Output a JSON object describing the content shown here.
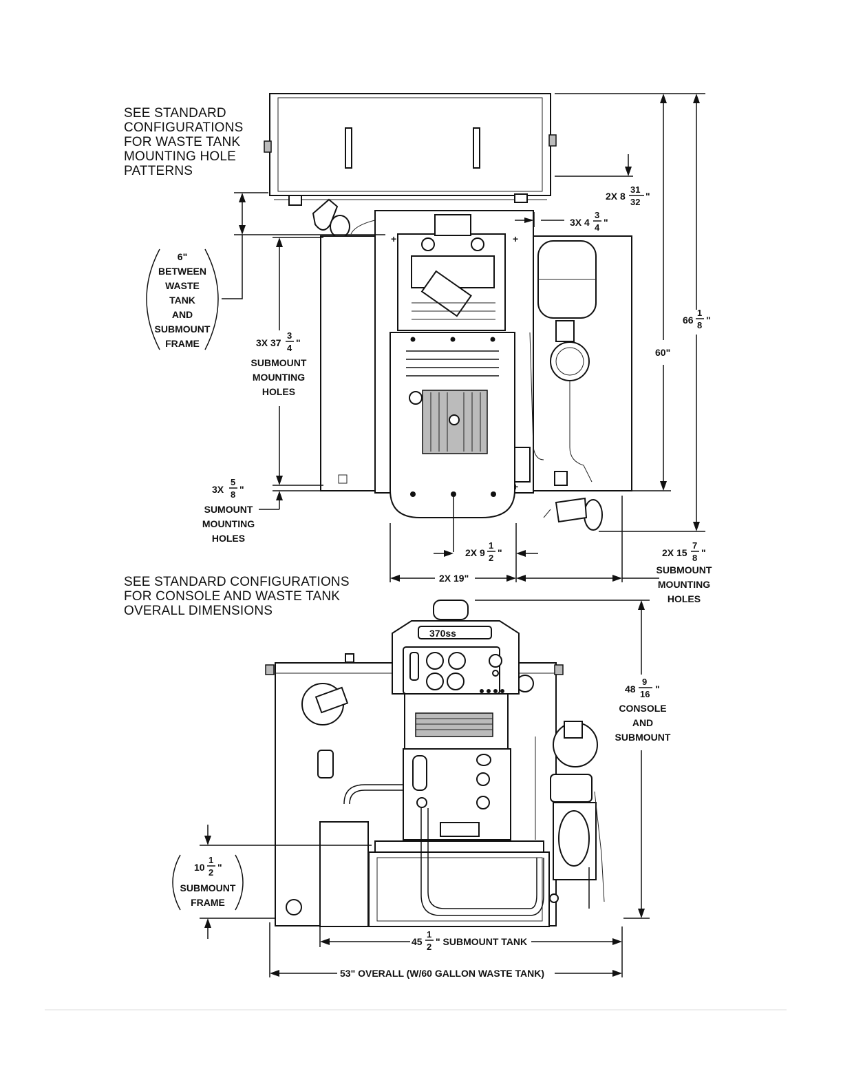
{
  "notes": {
    "waste_tank_patterns": [
      "SEE STANDARD",
      "CONFIGURATIONS",
      "FOR WASTE TANK",
      "MOUNTING HOLE",
      "PATTERNS"
    ],
    "console_overall": [
      "SEE STANDARD CONFIGURATIONS",
      "FOR CONSOLE AND WASTE TANK",
      "OVERALL DIMENSIONS"
    ]
  },
  "dimensions": {
    "d_8_31_32": {
      "prefix": "2X 8",
      "num": "31",
      "den": "32",
      "suffix": "\""
    },
    "d_4_3_4": {
      "prefix": "3X 4",
      "num": "3",
      "den": "4",
      "suffix": "\""
    },
    "d_6_between": [
      "6\"",
      "BETWEEN",
      "WASTE",
      "TANK",
      "AND",
      "SUBMOUNT",
      "FRAME"
    ],
    "d_37_3_4": {
      "prefix": "3X 37",
      "num": "3",
      "den": "4",
      "suffix": "\"",
      "lines": [
        "SUBMOUNT",
        "MOUNTING",
        "HOLES"
      ]
    },
    "d_66_1_8": {
      "prefix": "66",
      "num": "1",
      "den": "8",
      "suffix": "\""
    },
    "d_60": "60\"",
    "d_5_8": {
      "prefix": "3X",
      "num": "5",
      "den": "8",
      "suffix": "\"",
      "lines": [
        "SUMOUNT",
        "MOUNTING",
        "HOLES"
      ]
    },
    "d_9_1_2": {
      "prefix": "2X 9",
      "num": "1",
      "den": "2",
      "suffix": "\""
    },
    "d_19": "2X 19\"",
    "d_15_7_8": {
      "prefix": "2X 15",
      "num": "7",
      "den": "8",
      "suffix": "\"",
      "lines": [
        "SUBMOUNT",
        "MOUNTING",
        "HOLES"
      ]
    },
    "d_48_9_16": {
      "prefix": "48",
      "num": "9",
      "den": "16",
      "suffix": "\"",
      "lines": [
        "CONSOLE",
        "AND",
        "SUBMOUNT"
      ]
    },
    "d_10_1_2": {
      "prefix": "10",
      "num": "1",
      "den": "2",
      "suffix": "\"",
      "lines": [
        "SUBMOUNT",
        "FRAME"
      ]
    },
    "d_45_1_2": {
      "prefix": "45",
      "num": "1",
      "den": "2",
      "suffix": "\" SUBMOUNT TANK"
    },
    "d_53": "53\" OVERALL (W/60 GALLON WASTE TANK)"
  },
  "badge": "370ss"
}
